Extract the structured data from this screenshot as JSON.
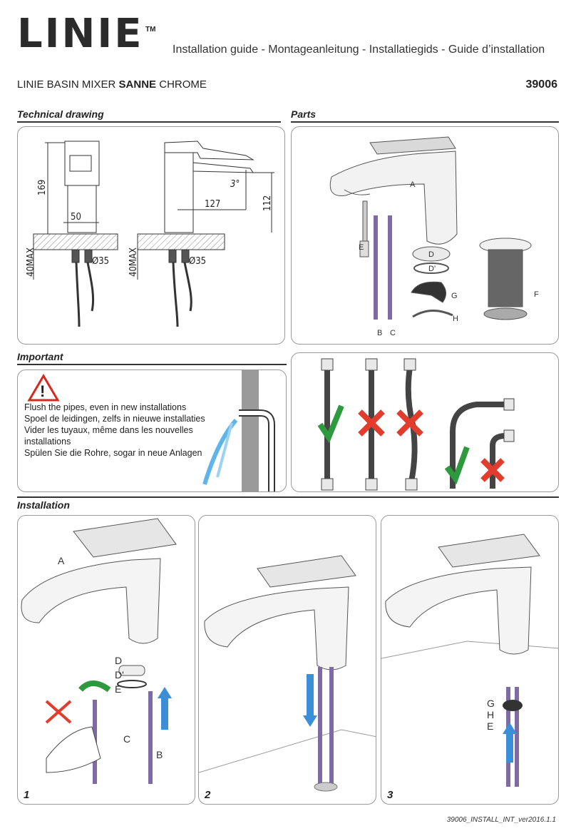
{
  "header": {
    "logo": "LINIE",
    "trademark": "TM",
    "guide_title": "Installation guide - Montageanleitung - Installatiegids - Guide d’installation"
  },
  "product": {
    "name_prefix": "LINIE BASIN MIXER ",
    "name_bold": "SANNE",
    "name_suffix": " CHROME",
    "code": "39006"
  },
  "sections": {
    "technical_drawing": "Technical drawing",
    "parts": "Parts",
    "important": "Important",
    "installation": "Installation"
  },
  "technical": {
    "height": "169",
    "base_width": "50",
    "hole_diameter": "Ø35",
    "max_depth": "40MAX",
    "spout_reach": "127",
    "spout_height": "112",
    "angle": "3°"
  },
  "parts": {
    "labels": [
      "A",
      "B",
      "C",
      "D",
      "D'",
      "E",
      "F",
      "G",
      "H"
    ]
  },
  "important": {
    "lines": [
      "Flush the pipes, even in new installations",
      "Spoel de leidingen, zelfs in nieuwe installaties",
      "Vider les tuyaux, même dans les nouvelles",
      "installations",
      "Spülen Sie die Rohre, sogar in neue Anlagen"
    ]
  },
  "steps": [
    {
      "number": "1",
      "labels": {
        "a": "A",
        "d": "D",
        "d2": "D'",
        "e": "E",
        "c": "C",
        "b": "B"
      }
    },
    {
      "number": "2"
    },
    {
      "number": "3",
      "labels": {
        "g": "G",
        "h": "H",
        "e": "E"
      }
    }
  ],
  "footer": "39006_INSTALL_INT_ver2016.1.1",
  "colors": {
    "check": "#2e9a3e",
    "cross": "#e23c2c",
    "arrow_blue": "#3a8fd8",
    "arrow_green": "#2e9a3e",
    "warning": "#d42a1e"
  }
}
